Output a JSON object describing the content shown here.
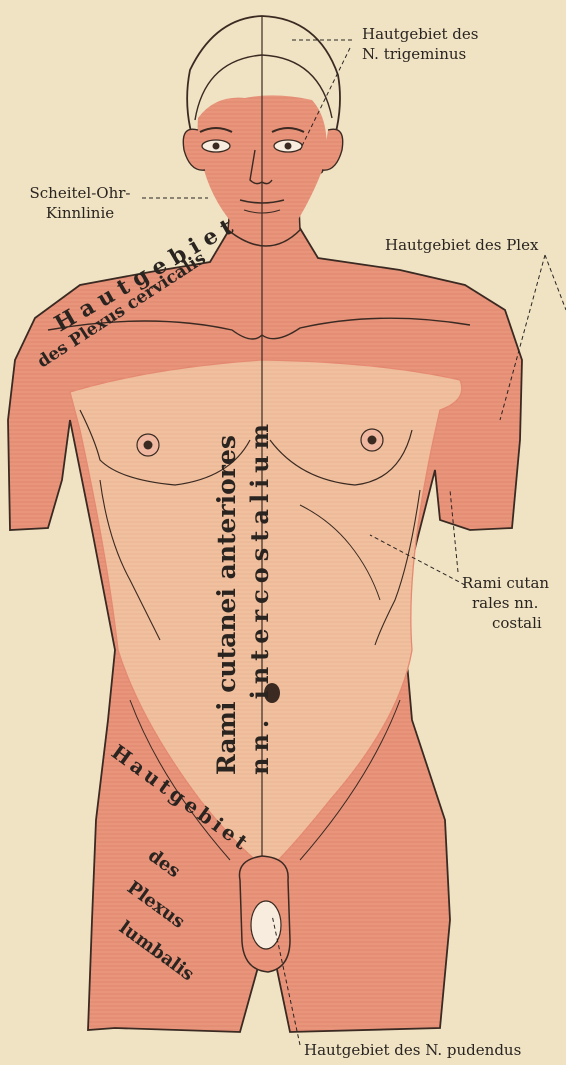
{
  "labels": {
    "trigeminus_1": "Hautgebiet des",
    "trigeminus_2": "N. trigeminus",
    "scheitel_1": "Scheitel-Ohr-",
    "scheitel_2": "Kinnlinie",
    "brachialis": "Hautgebiet des Plex",
    "rami_lat_1": "Rami cutan",
    "rami_lat_2": "rales nn.",
    "rami_lat_3": "costali",
    "pudendus": "Hautgebiet des N. pudendus",
    "cervicalis_1": "Hautgebiet",
    "cervicalis_2": "des Plexus cervicalis",
    "anteriores_1": "Rami cutanei anteriores",
    "anteriores_2": "nn. intercostalium",
    "lumbalis_1": "Hautgebiet",
    "lumbalis_2": "des",
    "lumbalis_3": "Plexus",
    "lumbalis_4": "lumbalis"
  },
  "colors": {
    "paper": "#efe3c4",
    "nerve_zone": "#e9957c",
    "intercostal_zone": "#f1c19f",
    "outline": "#3a2a22"
  }
}
